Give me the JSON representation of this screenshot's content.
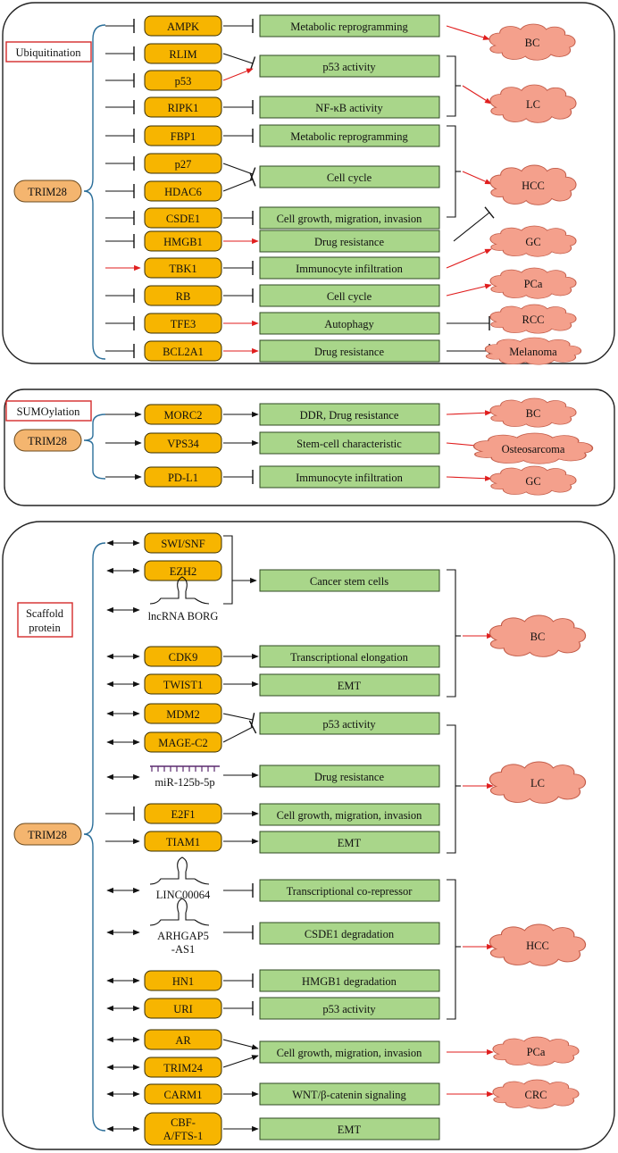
{
  "hub_label": "TRIM28",
  "panels": [
    {
      "label": "Ubiquitination",
      "genes": [
        {
          "label": "AMPK",
          "input": "inhibit"
        },
        {
          "label": "RLIM",
          "input": "inhibit"
        },
        {
          "label": "p53",
          "input": "inhibit"
        },
        {
          "label": "RIPK1",
          "input": "inhibit"
        },
        {
          "label": "FBP1",
          "input": "inhibit"
        },
        {
          "label": "p27",
          "input": "inhibit"
        },
        {
          "label": "HDAC6",
          "input": "inhibit"
        },
        {
          "label": "CSDE1",
          "input": "inhibit"
        },
        {
          "label": "HMGB1",
          "input": "inhibit"
        },
        {
          "label": "TBK1",
          "input": "activate-red"
        },
        {
          "label": "RB",
          "input": "inhibit"
        },
        {
          "label": "TFE3",
          "input": "inhibit"
        },
        {
          "label": "BCL2A1",
          "input": "inhibit"
        }
      ],
      "effects": [
        "Metabolic reprogramming",
        "p53 activity",
        "NF-κB activity",
        "Metabolic reprogramming",
        "Cell cycle",
        "Cell growth, migration, invasion",
        "Drug resistance",
        "Immunocyte infiltration",
        "Cell cycle",
        "Autophagy",
        "Drug resistance"
      ],
      "cancers": [
        "BC",
        "LC",
        "HCC",
        "GC",
        "PCa",
        "RCC",
        "Melanoma"
      ]
    },
    {
      "label": "SUMOylation",
      "genes": [
        {
          "label": "MORC2",
          "input": "activate"
        },
        {
          "label": "VPS34",
          "input": "activate"
        },
        {
          "label": "PD-L1",
          "input": "activate"
        }
      ],
      "effects": [
        "DDR, Drug resistance",
        "Stem-cell characteristic",
        "Immunocyte infiltration"
      ],
      "cancers": [
        "BC",
        "Osteosarcoma",
        "GC"
      ]
    },
    {
      "label": "Scaffold protein",
      "label_lines": [
        "Scaffold",
        "protein"
      ],
      "genes": [
        {
          "label": "SWI/SNF",
          "input": "bidirectional"
        },
        {
          "label": "EZH2",
          "input": "bidirectional"
        },
        {
          "label": "lncRNA BORG",
          "input": "bidirectional",
          "kind": "rna"
        },
        {
          "label": "CDK9",
          "input": "bidirectional"
        },
        {
          "label": "TWIST1",
          "input": "bidirectional"
        },
        {
          "label": "MDM2",
          "input": "bidirectional"
        },
        {
          "label": "MAGE-C2",
          "input": "bidirectional"
        },
        {
          "label": "miR-125b-5p",
          "input": "bidirectional",
          "kind": "mirna"
        },
        {
          "label": "E2F1",
          "input": "inhibit"
        },
        {
          "label": "TIAM1",
          "input": "activate"
        },
        {
          "label": "LINC00064",
          "input": "bidirectional",
          "kind": "rna"
        },
        {
          "label": "ARHGAP5 -AS1",
          "label_lines": [
            "ARHGAP5",
            "-AS1"
          ],
          "input": "bidirectional",
          "kind": "rna"
        },
        {
          "label": "HN1",
          "input": "bidirectional"
        },
        {
          "label": "URI",
          "input": "bidirectional"
        },
        {
          "label": "AR",
          "input": "bidirectional"
        },
        {
          "label": "TRIM24",
          "input": "bidirectional"
        },
        {
          "label": "CARM1",
          "input": "bidirectional"
        },
        {
          "label": "CBF-A/FTS-1",
          "label_lines": [
            "CBF-",
            "A/FTS-1"
          ],
          "input": "bidirectional"
        }
      ],
      "effects": [
        "Cancer stem cells",
        "Transcriptional elongation",
        "EMT",
        "p53 activity",
        "Drug resistance",
        "Cell growth, migration, invasion",
        "EMT",
        "Transcriptional co-repressor",
        "CSDE1 degradation",
        "HMGB1 degradation",
        "p53 activity",
        "Cell growth, migration, invasion",
        "WNT/β-catenin signaling",
        "EMT"
      ],
      "cancers": [
        "BC",
        "LC",
        "HCC",
        "PCa",
        "CRC"
      ]
    }
  ],
  "colors": {
    "gene_fill": "#f7b500",
    "hub_fill": "#f4b56f",
    "effect_fill": "#a9d68a",
    "cancer_fill": "#f4a08c",
    "brace": "#2c6f9a",
    "red_arrow": "#e01e1e"
  }
}
